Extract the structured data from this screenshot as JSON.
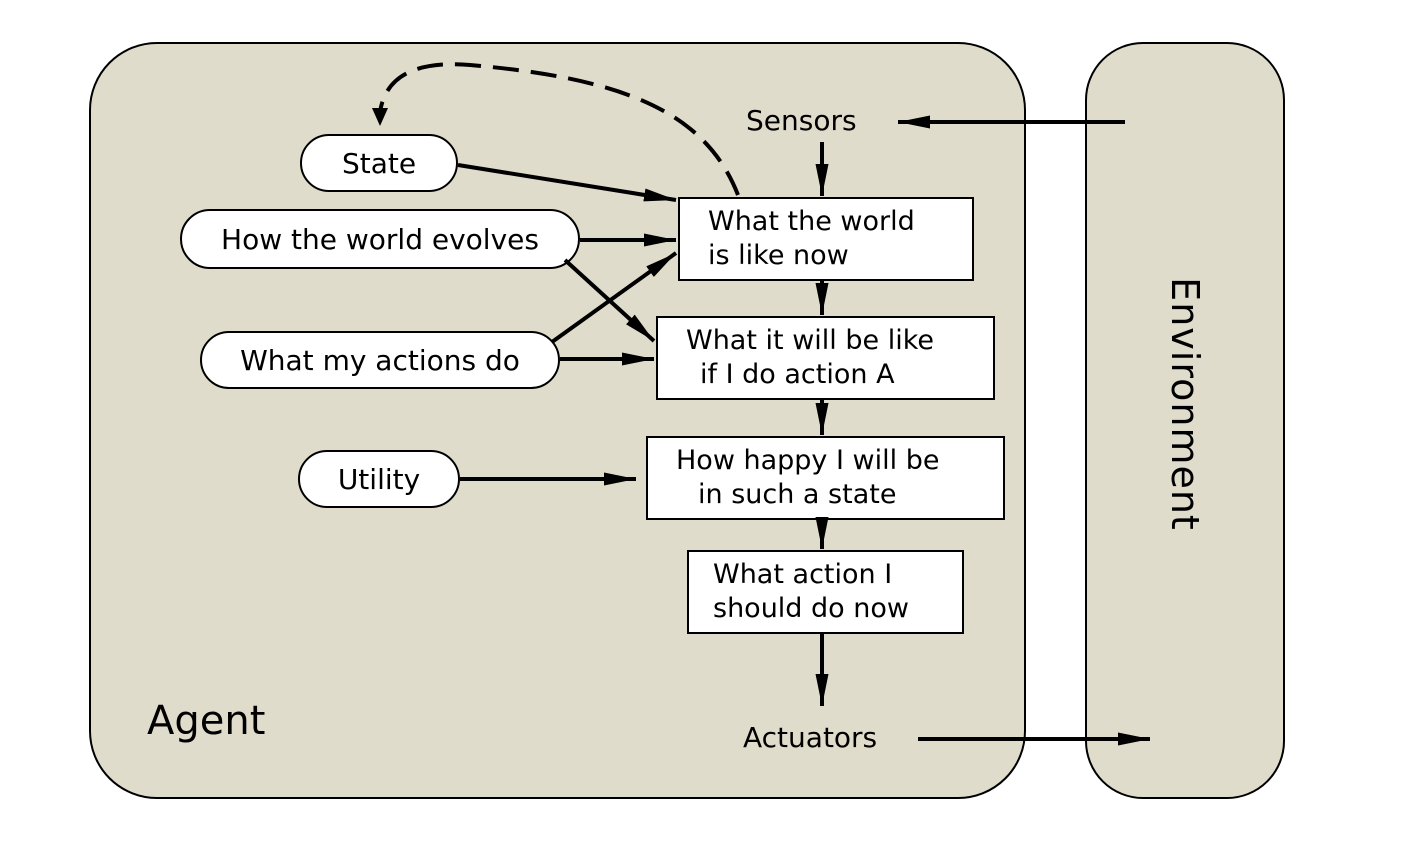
{
  "diagram": {
    "agent_label": "Agent",
    "environment_label": "Environment",
    "sensors_label": "Sensors",
    "actuators_label": "Actuators",
    "inputs": {
      "state": "State",
      "world_evolves": "How the world evolves",
      "actions_do": "What my actions do",
      "utility": "Utility"
    },
    "steps": [
      {
        "line1": "What the world",
        "line2": "is like now"
      },
      {
        "line1": "What it will be like",
        "line2": "if I do action A"
      },
      {
        "line1": "How happy I will be",
        "line2": "in such a state"
      },
      {
        "line1": "What action I",
        "line2": "should do now"
      }
    ],
    "colors": {
      "panel_fill": "#e0dccb",
      "box_fill": "#ffffff",
      "stroke": "#000000"
    }
  }
}
